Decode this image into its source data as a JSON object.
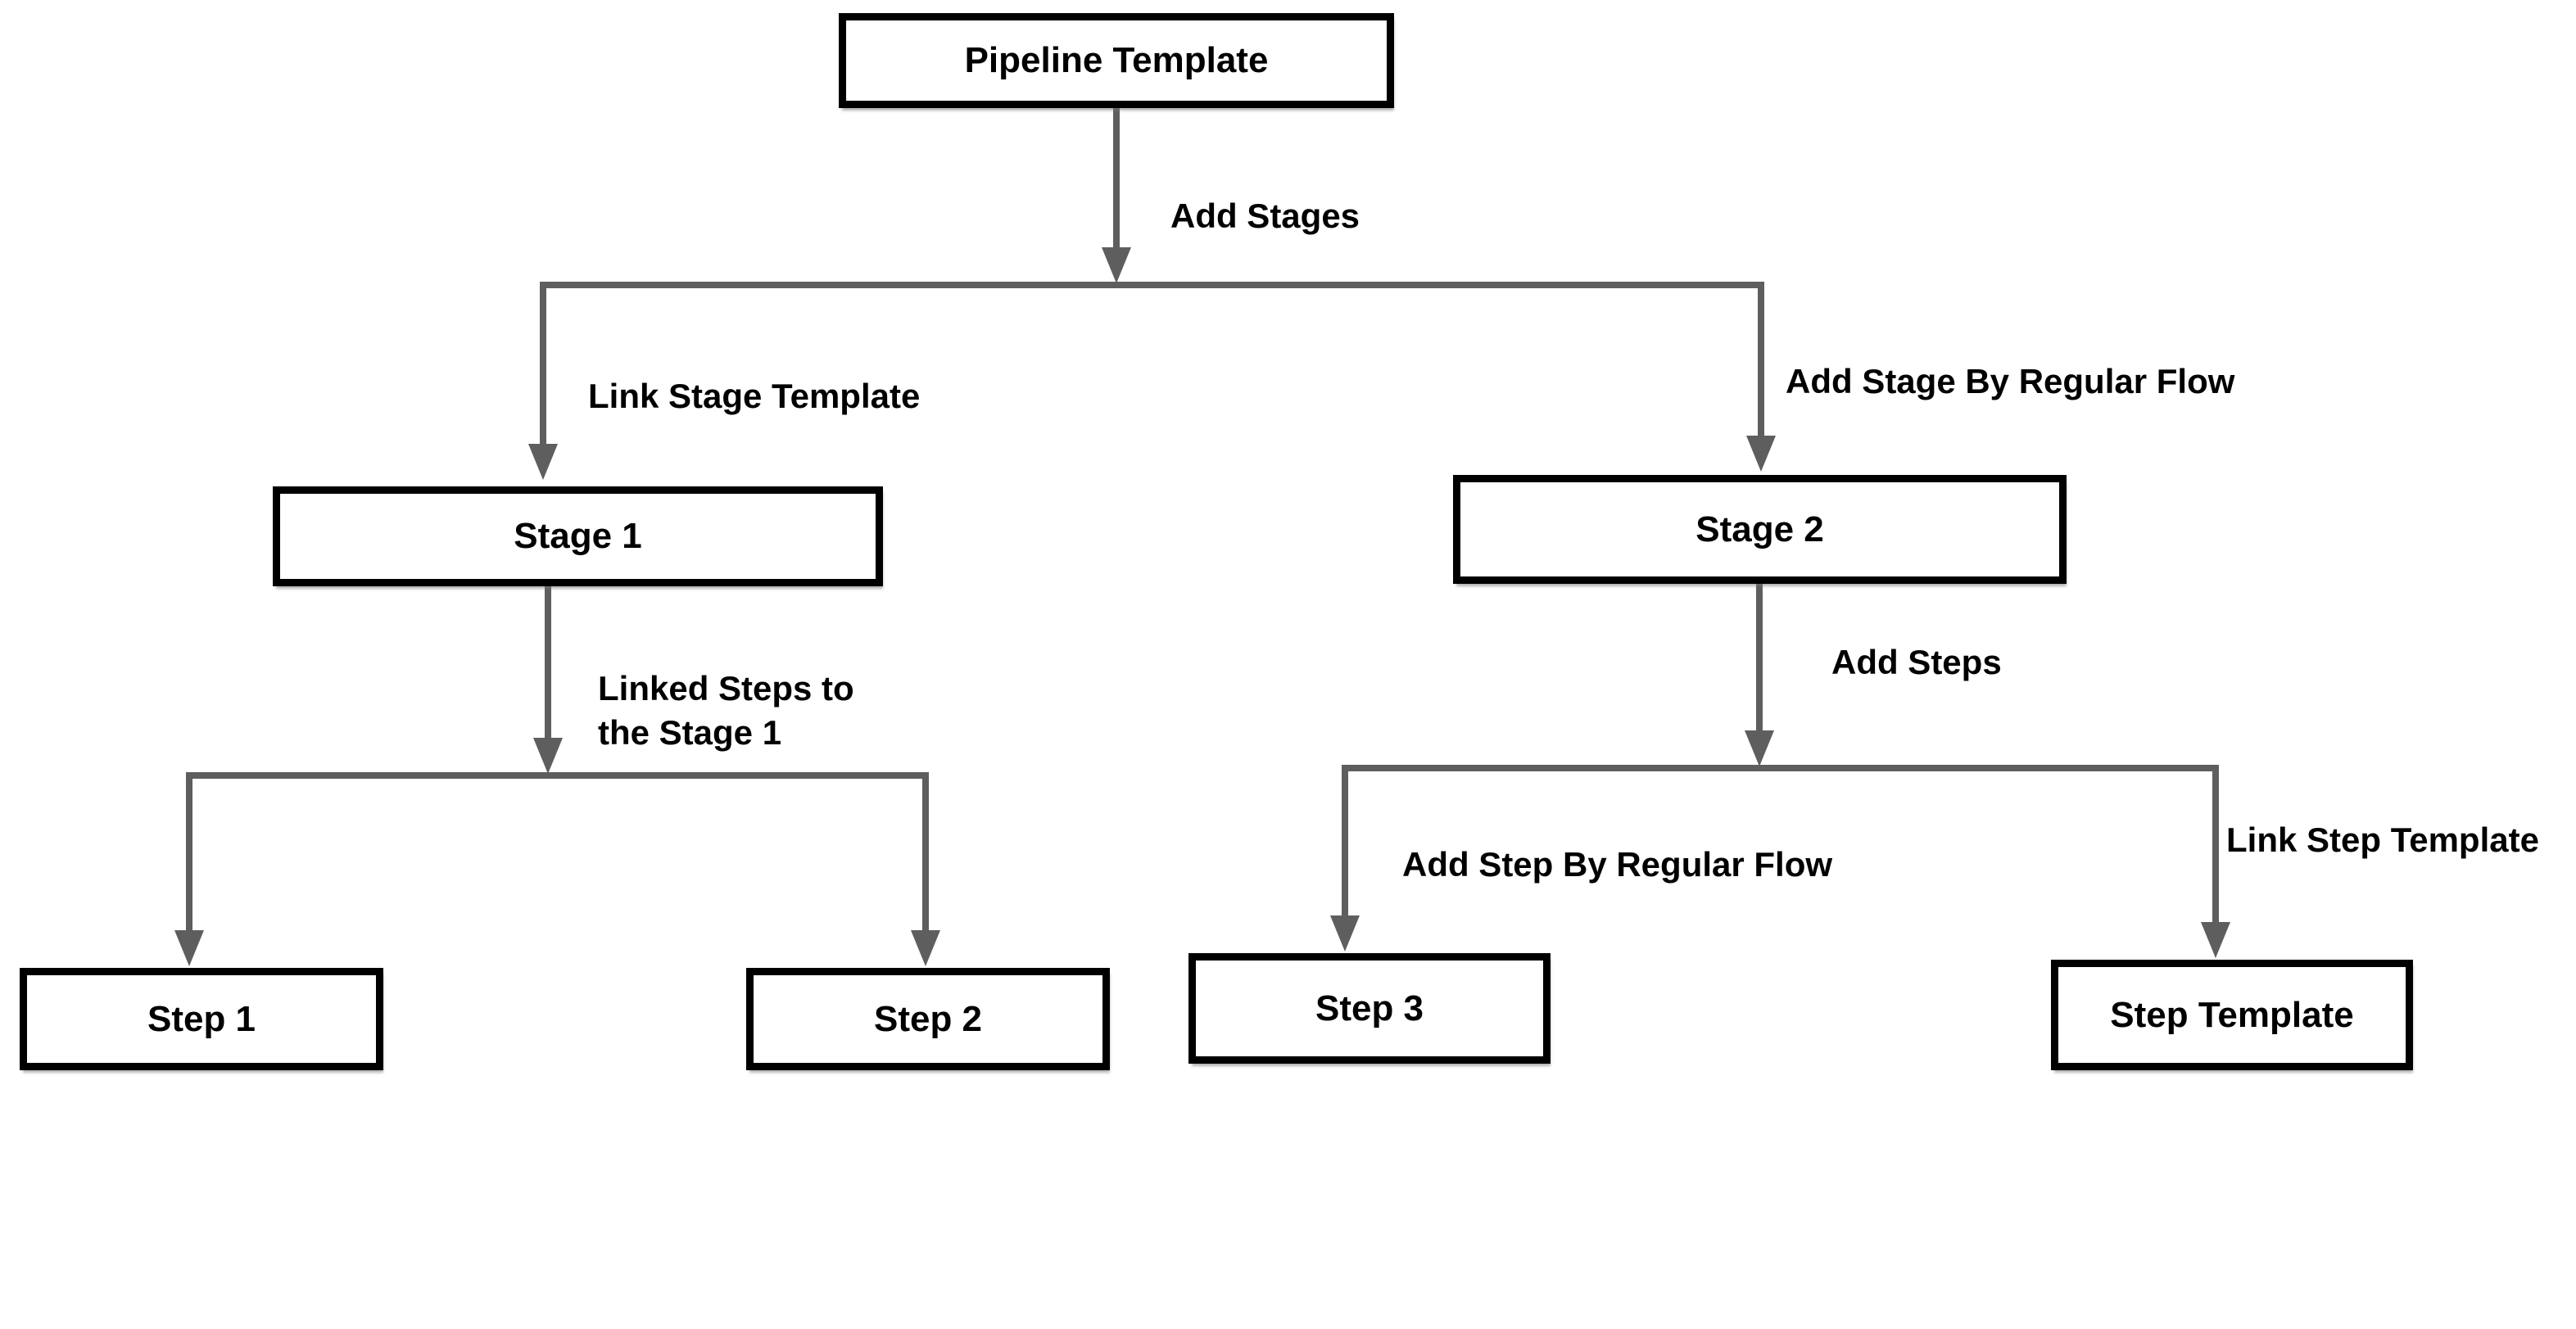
{
  "diagram": {
    "colors": {
      "background": "#ffffff",
      "connector": "#5e5e5e",
      "node_border": "#000000",
      "node_fill": "#ffffff",
      "text": "#000000"
    },
    "nodes": {
      "pipeline": {
        "label": "Pipeline Template"
      },
      "stage1": {
        "label": "Stage 1"
      },
      "stage2": {
        "label": "Stage 2"
      },
      "step1": {
        "label": "Step 1"
      },
      "step2": {
        "label": "Step 2"
      },
      "step3": {
        "label": "Step 3"
      },
      "step_template": {
        "label": "Step Template"
      }
    },
    "edge_labels": {
      "add_stages": "Add Stages",
      "link_stage_template": "Link Stage Template",
      "add_stage_by_regular_flow": "Add Stage By Regular Flow",
      "linked_steps_line1": "Linked Steps to",
      "linked_steps_line2": "the Stage 1",
      "add_steps": "Add Steps",
      "add_step_by_regular_flow": "Add Step By Regular Flow",
      "link_step_template": "Link Step Template"
    },
    "hierarchy": {
      "Pipeline Template": [
        "Stage 1",
        "Stage 2"
      ],
      "Stage 1": [
        "Step 1",
        "Step 2"
      ],
      "Stage 2": [
        "Step 3",
        "Step Template"
      ]
    }
  }
}
